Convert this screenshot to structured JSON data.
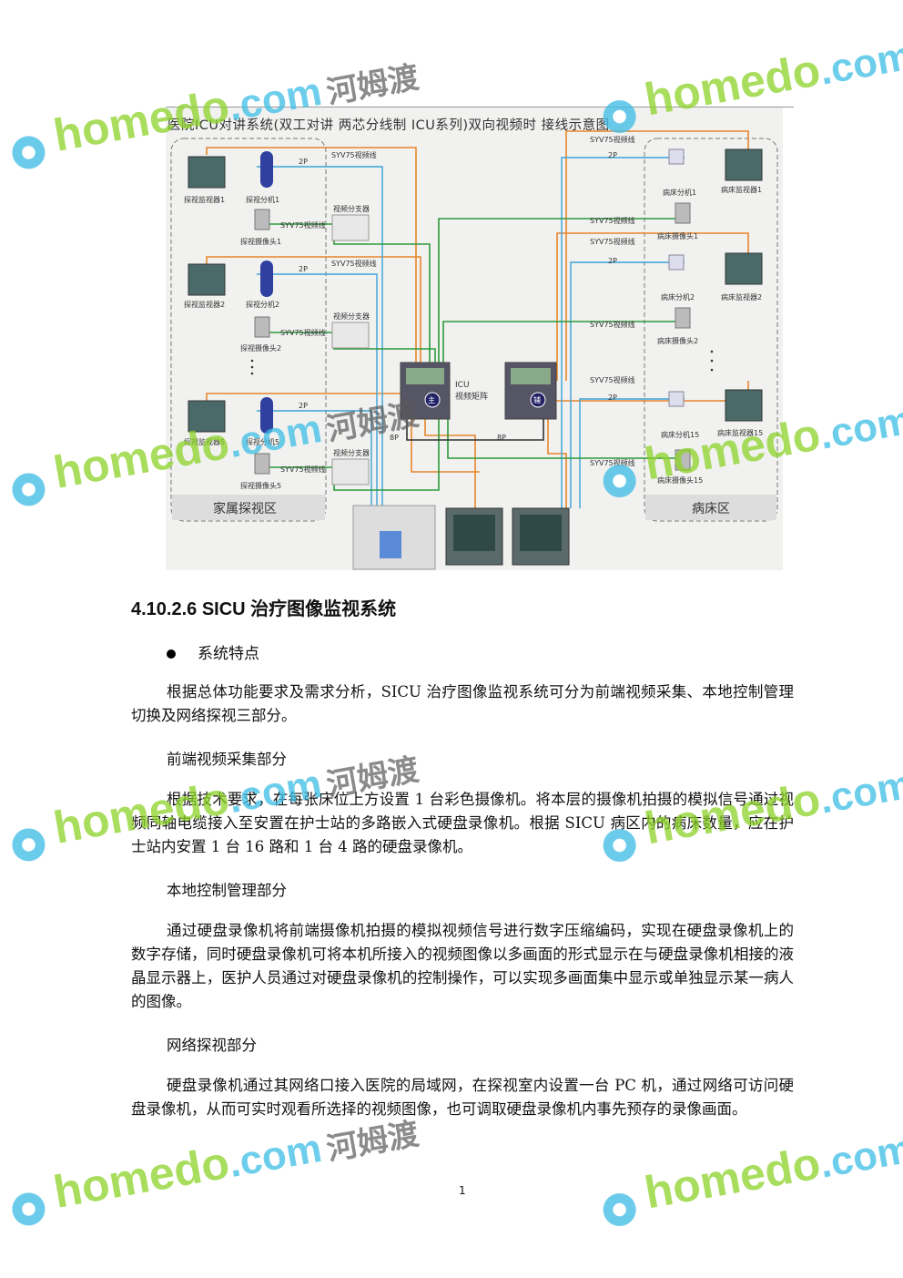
{
  "diagram": {
    "title": "医院ICU对讲系统(双工对讲 两芯分线制 ICU系列)双向视频时 接线示意图",
    "left_zone": "家属探视区",
    "right_zone": "病床区",
    "matrix_label_1": "ICU",
    "matrix_label_2": "视频矩阵",
    "main_badge": "主",
    "aux_badge": "辅",
    "cable": "SYV75视频线",
    "pair2": "2P",
    "pair8": "8P",
    "splitter": "视频分支器",
    "left_units": [
      {
        "monitor": "探视监视器1",
        "phone": "探视分机1",
        "camera": "探视摄像头1"
      },
      {
        "monitor": "探视监视器2",
        "phone": "探视分机2",
        "camera": "探视摄像头2"
      },
      {
        "monitor": "探视监视器5",
        "phone": "探视分机5",
        "camera": "探视摄像头5"
      }
    ],
    "right_units": [
      {
        "phone": "病床分机1",
        "monitor": "病床监视器1",
        "camera": "病床摄像头1"
      },
      {
        "phone": "病床分机2",
        "monitor": "病床监视器2",
        "camera": "病床摄像头2"
      },
      {
        "phone": "病床分机15",
        "monitor": "病床监视器15",
        "camera": "病床摄像头15"
      }
    ]
  },
  "section": {
    "heading": "4.10.2.6 SICU 治疗图像监视系统",
    "bullet": "系统特点",
    "p1": "根据总体功能要求及需求分析，SICU 治疗图像监视系统可分为前端视频采集、本地控制管理切换及网络探视三部分。",
    "sub1": "前端视频采集部分",
    "p2": "根据技术要求，在每张床位上方设置 1 台彩色摄像机。将本层的摄像机拍摄的模拟信号通过视频同轴电缆接入至安置在护士站的多路嵌入式硬盘录像机。根据 SICU 病区内的病床数量，应在护士站内安置 1 台 16 路和 1 台 4 路的硬盘录像机。",
    "sub2": "本地控制管理部分",
    "p3": "通过硬盘录像机将前端摄像机拍摄的模拟视频信号进行数字压缩编码，实现在硬盘录像机上的数字存储，同时硬盘录像机可将本机所接入的视频图像以多画面的形式显示在与硬盘录像机相接的液晶显示器上，医护人员通过对硬盘录像机的控制操作，可以实现多画面集中显示或单独显示某一病人的图像。",
    "sub3": "网络探视部分",
    "p4": "硬盘录像机通过其网络口接入医院的局域网，在探视室内设置一台 PC 机，通过网络可访问硬盘录像机，从而可实时观看所选择的视频图像，也可调取硬盘录像机内事先预存的录像画面。"
  },
  "page_number": "1",
  "watermark": {
    "brand": "homedo",
    "domain": ".com",
    "cn": "河姆渡"
  },
  "colors": {
    "orange": "#e8862a",
    "blue": "#3aa3d8",
    "green": "#2a9a3a",
    "dark": "#333333"
  }
}
